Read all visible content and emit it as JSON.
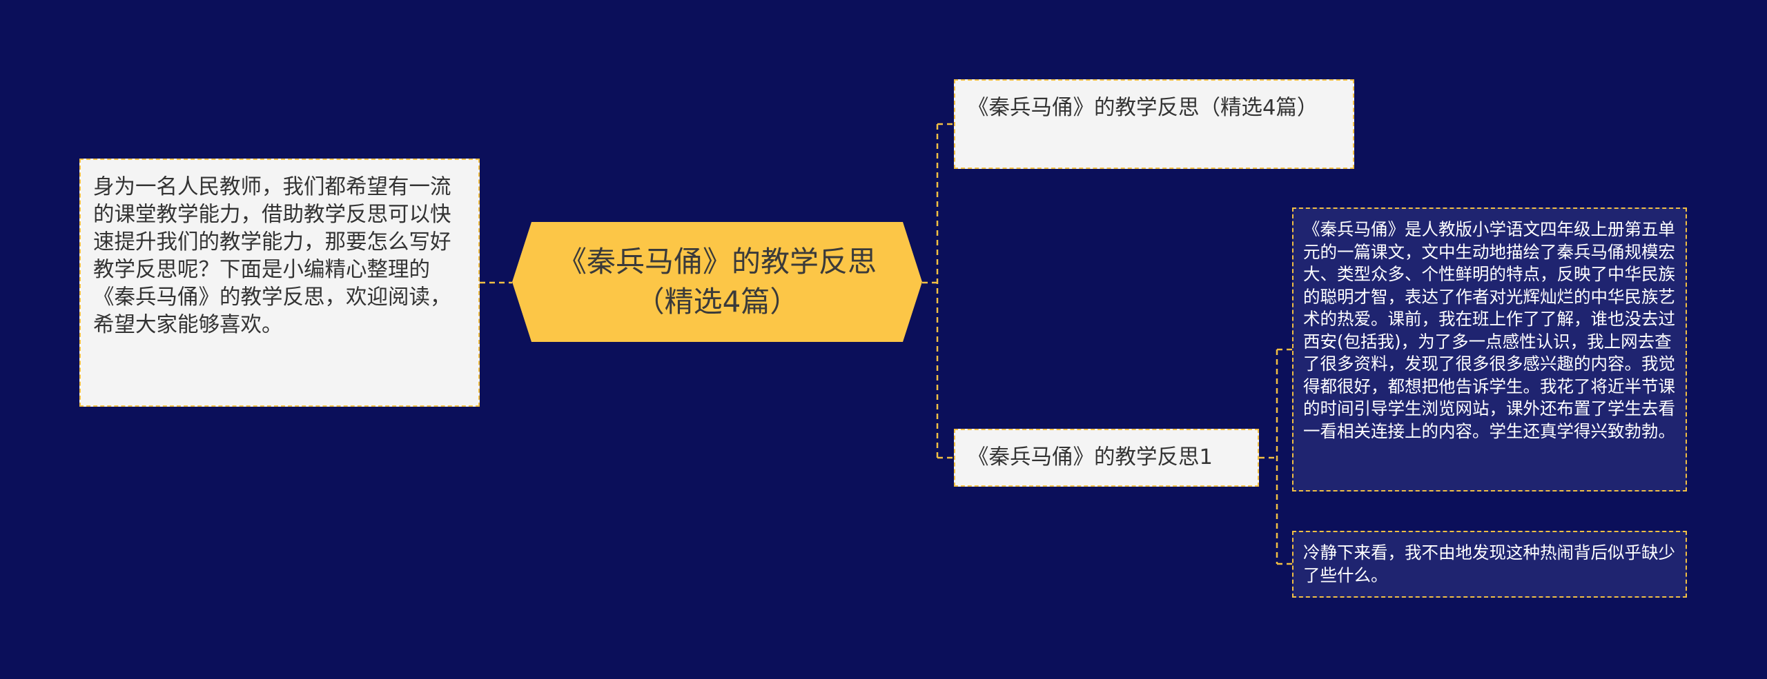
{
  "mindmap": {
    "central": "《秦兵马俑》的教学反思（精选4篇）",
    "intro": "身为一名人民教师，我们都希望有一流的课堂教学能力，借助教学反思可以快速提升我们的教学能力，那要怎么写好教学反思呢？下面是小编精心整理的《秦兵马俑》的教学反思，欢迎阅读，希望大家能够喜欢。",
    "branches": [
      {
        "title": "《秦兵马俑》的教学反思（精选4篇）"
      },
      {
        "title": "《秦兵马俑》的教学反思1",
        "details": [
          "《秦兵马俑》是人教版小学语文四年级上册第五单元的一篇课文，文中生动地描绘了秦兵马俑规模宏大、类型众多、个性鲜明的特点，反映了中华民族的聪明才智，表达了作者对光辉灿烂的中华民族艺术的热爱。课前，我在班上作了了解，谁也没去过西安(包括我)，为了多一点感性认识，我上网去查了很多资料，发现了很多很多感兴趣的内容。我觉得都很好，都想把他告诉学生。我花了将近半节课的时间引导学生浏览网站，课外还布置了学生去看一看相关连接上的内容。学生还真学得兴致勃勃。",
          "冷静下来看，我不由地发现这种热闹背后似乎缺少了些什么。"
        ]
      }
    ]
  },
  "colors": {
    "background": "#0b0f5a",
    "central_fill": "#fcc647",
    "connector": "#f2c044",
    "light_node": "#f4f4f4",
    "dark_node": "#1f2470"
  }
}
